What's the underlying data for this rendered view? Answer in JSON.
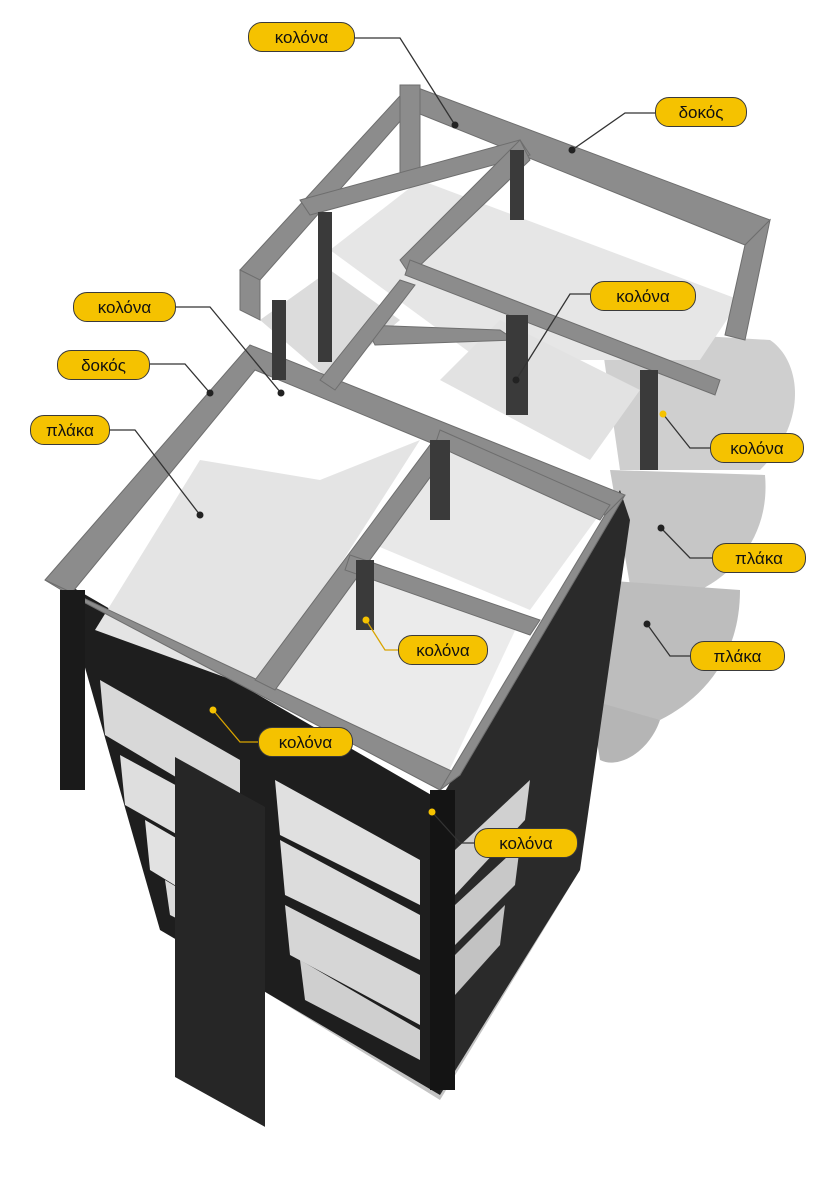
{
  "labels": {
    "column_top_left": "κολόνα",
    "beam_top_right": "δοκός",
    "column_right_upper": "κολόνα",
    "column_left": "κολόνα",
    "beam_left": "δοκός",
    "slab_left": "πλάκα",
    "column_right_mid": "κολόνα",
    "slab_right_upper": "πλάκα",
    "column_center": "κολόνα",
    "slab_right_lower": "πλάκα",
    "column_front": "κολόνα",
    "column_corner": "κολόνα"
  },
  "colors": {
    "label_fill": "#f5c200",
    "frame_dark": "#1e1e1e",
    "frame_grey": "#8c8c8c",
    "slab_light": "#e6e6e6"
  }
}
